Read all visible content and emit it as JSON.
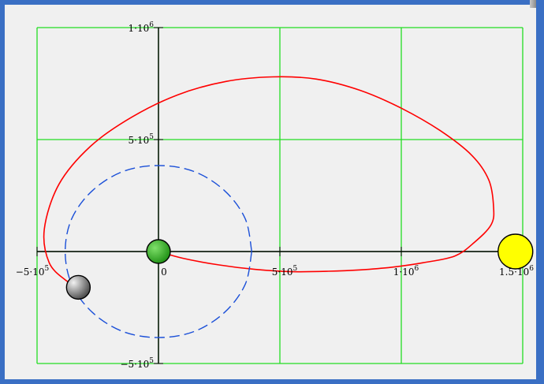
{
  "chart_data": {
    "type": "line",
    "title": "",
    "xlabel": "",
    "ylabel": "",
    "xlim": [
      -500000,
      1500000
    ],
    "ylim": [
      -500000,
      1000000
    ],
    "grid": true,
    "x_tick_labels": [
      {
        "value": -500000,
        "base": "−5·10",
        "exp": "5"
      },
      {
        "value": 0,
        "base": "0",
        "exp": ""
      },
      {
        "value": 500000,
        "base": "5·10",
        "exp": "5"
      },
      {
        "value": 1000000,
        "base": "1·10",
        "exp": "6"
      },
      {
        "value": 1500000,
        "base": "1.5·10",
        "exp": "6"
      }
    ],
    "y_tick_labels": [
      {
        "value": 1000000,
        "base": "1·10",
        "exp": "6"
      },
      {
        "value": 500000,
        "base": "5·10",
        "exp": "5"
      },
      {
        "value": -500000,
        "base": "−5·10",
        "exp": "5"
      }
    ],
    "series": [
      {
        "style": "solid",
        "color": "#ff0000",
        "x": [
          0,
          100000,
          250000,
          400000,
          550000,
          700000,
          830000,
          960000,
          1090000,
          1220000,
          1300000,
          1370000,
          1380000,
          1360000,
          1290000,
          1160000,
          1000000,
          830000,
          650000,
          470000,
          280000,
          80000,
          -110000,
          -280000,
          -410000,
          -470000,
          -450000,
          -380000,
          -330000,
          -300000
        ],
        "y": [
          0,
          -30000,
          -60000,
          -80000,
          -90000,
          -88000,
          -82000,
          -70000,
          -50000,
          -20000,
          40000,
          120000,
          200000,
          320000,
          430000,
          540000,
          640000,
          720000,
          770000,
          780000,
          760000,
          700000,
          600000,
          470000,
          300000,
          100000,
          -50000,
          -130000,
          -160000,
          -170000
        ]
      },
      {
        "style": "dashed",
        "color": "#1a4fd8",
        "x": [
          384000,
          357000,
          272000,
          147000,
          0,
          -147000,
          -272000,
          -357000,
          -384000,
          -357000,
          -272000,
          -147000,
          0,
          147000,
          272000,
          357000,
          384000
        ],
        "y": [
          0,
          147000,
          272000,
          357000,
          384000,
          357000,
          272000,
          147000,
          0,
          -147000,
          -272000,
          -357000,
          -384000,
          -357000,
          -272000,
          -147000,
          0
        ]
      }
    ],
    "markers": [
      {
        "x": 0,
        "y": 0,
        "color": "#3fbf2f",
        "name": "earth-marker"
      },
      {
        "x": -330000,
        "y": -160000,
        "color": "#b0b0b0",
        "name": "moon-marker"
      },
      {
        "x": 1470000,
        "y": 0,
        "color": "#ffff00",
        "name": "sun-marker"
      }
    ]
  }
}
